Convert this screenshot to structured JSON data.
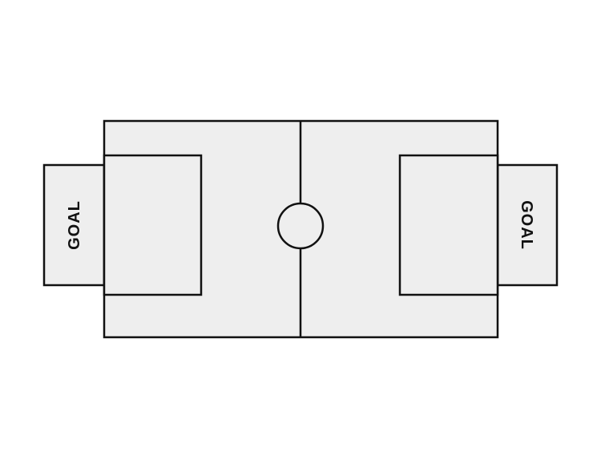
{
  "diagram": {
    "type": "soccer-field",
    "colors": {
      "field_fill": "#eeeeee",
      "line": "#111111",
      "background": "#ffffff"
    },
    "goals": [
      {
        "side": "left",
        "label": "GOAL"
      },
      {
        "side": "right",
        "label": "GOAL"
      }
    ]
  }
}
